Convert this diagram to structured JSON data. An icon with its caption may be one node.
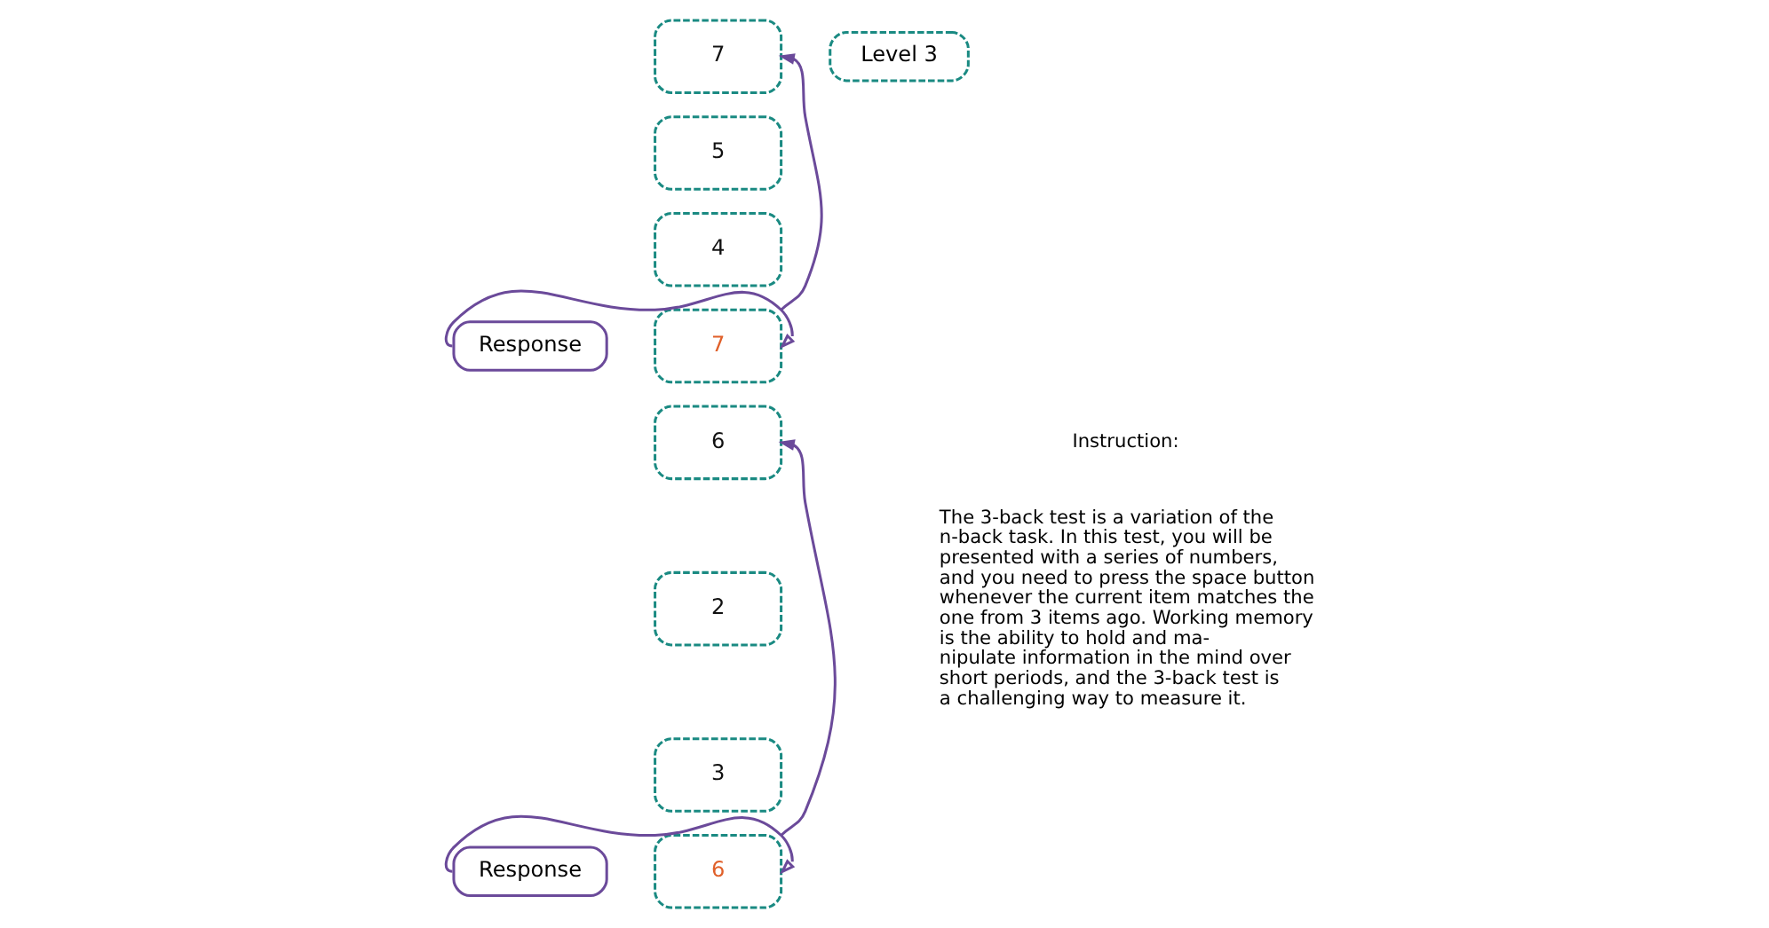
{
  "diagram": {
    "nodes": [
      {
        "text": [
          "7"
        ]
      },
      {
        "text": [
          "5"
        ]
      },
      {
        "text": [
          "4"
        ]
      },
      {
        "text": [
          "7"
        ]
      },
      {
        "text": [
          "6"
        ]
      },
      {
        "text": [
          "2"
        ]
      },
      {
        "text": [
          "3"
        ]
      },
      {
        "text": [
          "6"
        ]
      },
      {
        "text": [
          "Response"
        ]
      },
      {
        "text": [
          "Response"
        ]
      },
      {
        "text": [
          "Level 3"
        ]
      }
    ],
    "edges": [
      {
        "from": 3,
        "to": 0,
        "arrow": "to"
      },
      {
        "from": 7,
        "to": 4,
        "arrow": "to"
      },
      {
        "from": 8,
        "to": 3,
        "arrow": "to"
      },
      {
        "from": 9,
        "to": 7,
        "arrow": "to"
      }
    ],
    "labels": [
      "Instruction:",
      "The 3-back test is a variation of the n-back task. In this test, you will be presented with a series of numbers, and you need to press the space button whenever the current item matches the one from 3 items ago. Working memory is the ability to hold and ma- nipulate information in the mind over short periods, and the 3-back test is a challenging way to measure it."
    ]
  }
}
